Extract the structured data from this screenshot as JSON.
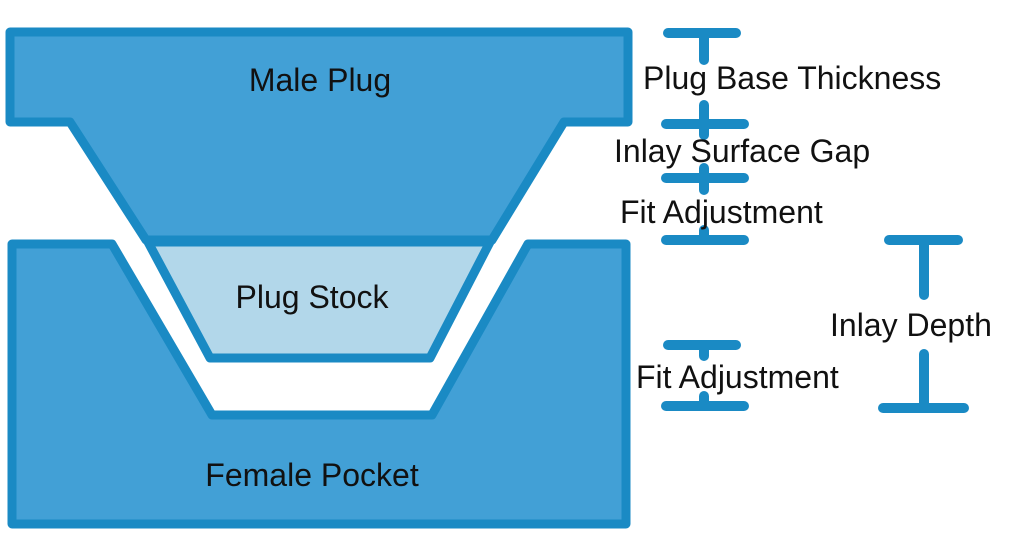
{
  "title": "Inlay plug and pocket cross-section",
  "colors": {
    "part_fill": "#42a0d6",
    "part_stroke": "#1a8ac4",
    "stock_fill": "#b2d7ea",
    "dimension": "#1a8ac4",
    "text": "#111111"
  },
  "parts": {
    "male_plug": "Male Plug",
    "plug_stock": "Plug Stock",
    "female_pocket": "Female Pocket"
  },
  "dimensions": {
    "plug_base_thickness": "Plug Base Thickness",
    "inlay_surface_gap": "Inlay Surface Gap",
    "fit_adjustment_top": "Fit Adjustment",
    "inlay_depth": "Inlay Depth",
    "fit_adjustment_bottom": "Fit Adjustment"
  }
}
